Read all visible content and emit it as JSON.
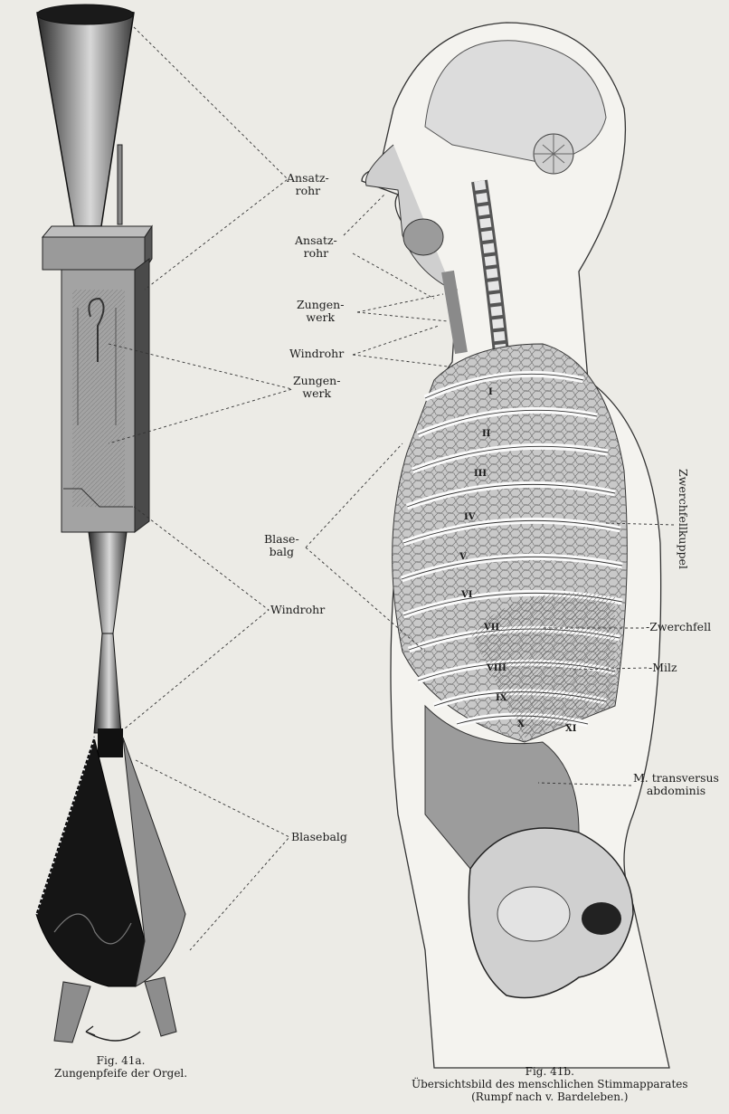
{
  "fig_a": {
    "labels": {
      "ansatzrohr": [
        "Ansatz-",
        "rohr"
      ],
      "zungenwerk": [
        "Zungen-",
        "werk"
      ],
      "windrohr": "Windrohr",
      "blasebalg": "Blasebalg"
    },
    "caption": {
      "line1": "Fig. 41a.",
      "line2": "Zungenpfeife der Orgel."
    }
  },
  "fig_b": {
    "labels": {
      "ansatzrohr": [
        "Ansatz-",
        "rohr"
      ],
      "zungenwerk": [
        "Zungen-",
        "werk"
      ],
      "windrohr": "Windrohr",
      "blasebalg": [
        "Blase-",
        "balg"
      ],
      "zwerchfellkuppel": "Zwerchfellkuppel",
      "zwerchfell": "Zwerchfell",
      "milz": "Milz",
      "transversus": [
        "M. transversus",
        "abdominis"
      ]
    },
    "rib_numerals": [
      "I",
      "II",
      "III",
      "IV",
      "V",
      "VI",
      "VII",
      "VIII",
      "IX",
      "X",
      "XI"
    ],
    "caption": {
      "line1": "Fig. 41b.",
      "line2": "Übersichtsbild des menschlichen Stimmapparates",
      "line3": "(Rumpf nach v. Bardeleben.)"
    }
  }
}
